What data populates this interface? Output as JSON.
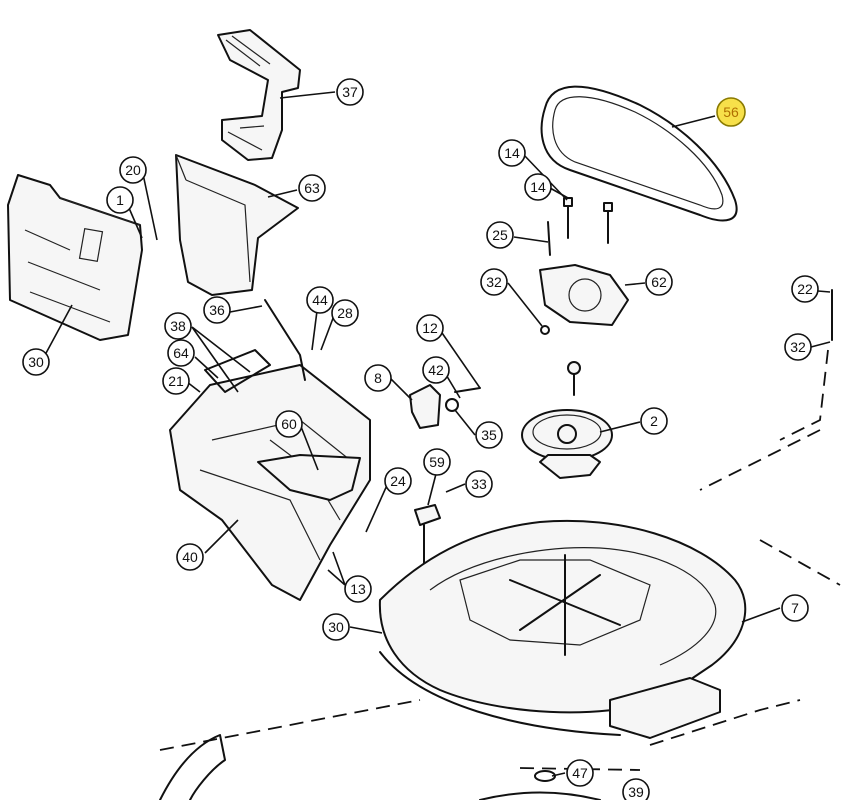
{
  "diagram": {
    "highlight_color": "#f7e04a",
    "highlighted_part": "56",
    "callouts": [
      "37",
      "56",
      "14",
      "14",
      "63",
      "20",
      "1",
      "25",
      "62",
      "32",
      "22",
      "32",
      "36",
      "44",
      "28",
      "38",
      "64",
      "21",
      "12",
      "8",
      "42",
      "35",
      "2",
      "60",
      "24",
      "33",
      "59",
      "30",
      "40",
      "13",
      "30",
      "7",
      "47",
      "39"
    ]
  }
}
